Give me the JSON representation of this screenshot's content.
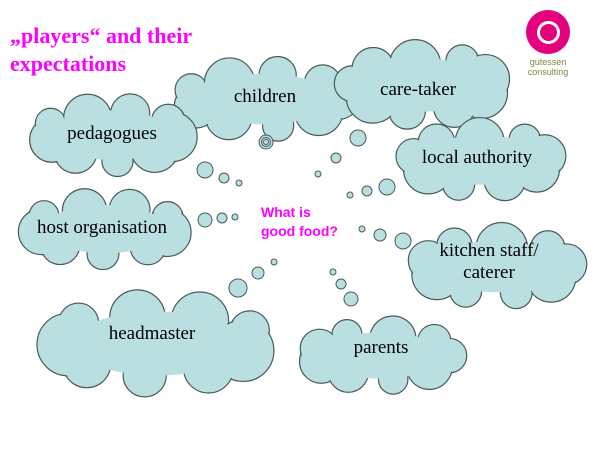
{
  "title": {
    "line1": "„players“ and their",
    "line2": "expectations"
  },
  "center_question": {
    "line1": "What is",
    "line2": "good food?"
  },
  "logo": {
    "text": "gutessen consulting"
  },
  "colors": {
    "cloud_fill": "#b9dfe1",
    "cloud_stroke": "#4a5a5a",
    "accent": "#ff00ff",
    "logo": "#e5007e"
  },
  "players": [
    {
      "label": "children"
    },
    {
      "label": "care-taker"
    },
    {
      "label": "pedagogues"
    },
    {
      "label": "local authority"
    },
    {
      "label": "host organisation"
    },
    {
      "label": "kitchen staff/",
      "label2": "caterer"
    },
    {
      "label": "headmaster"
    },
    {
      "label": "parents"
    }
  ]
}
